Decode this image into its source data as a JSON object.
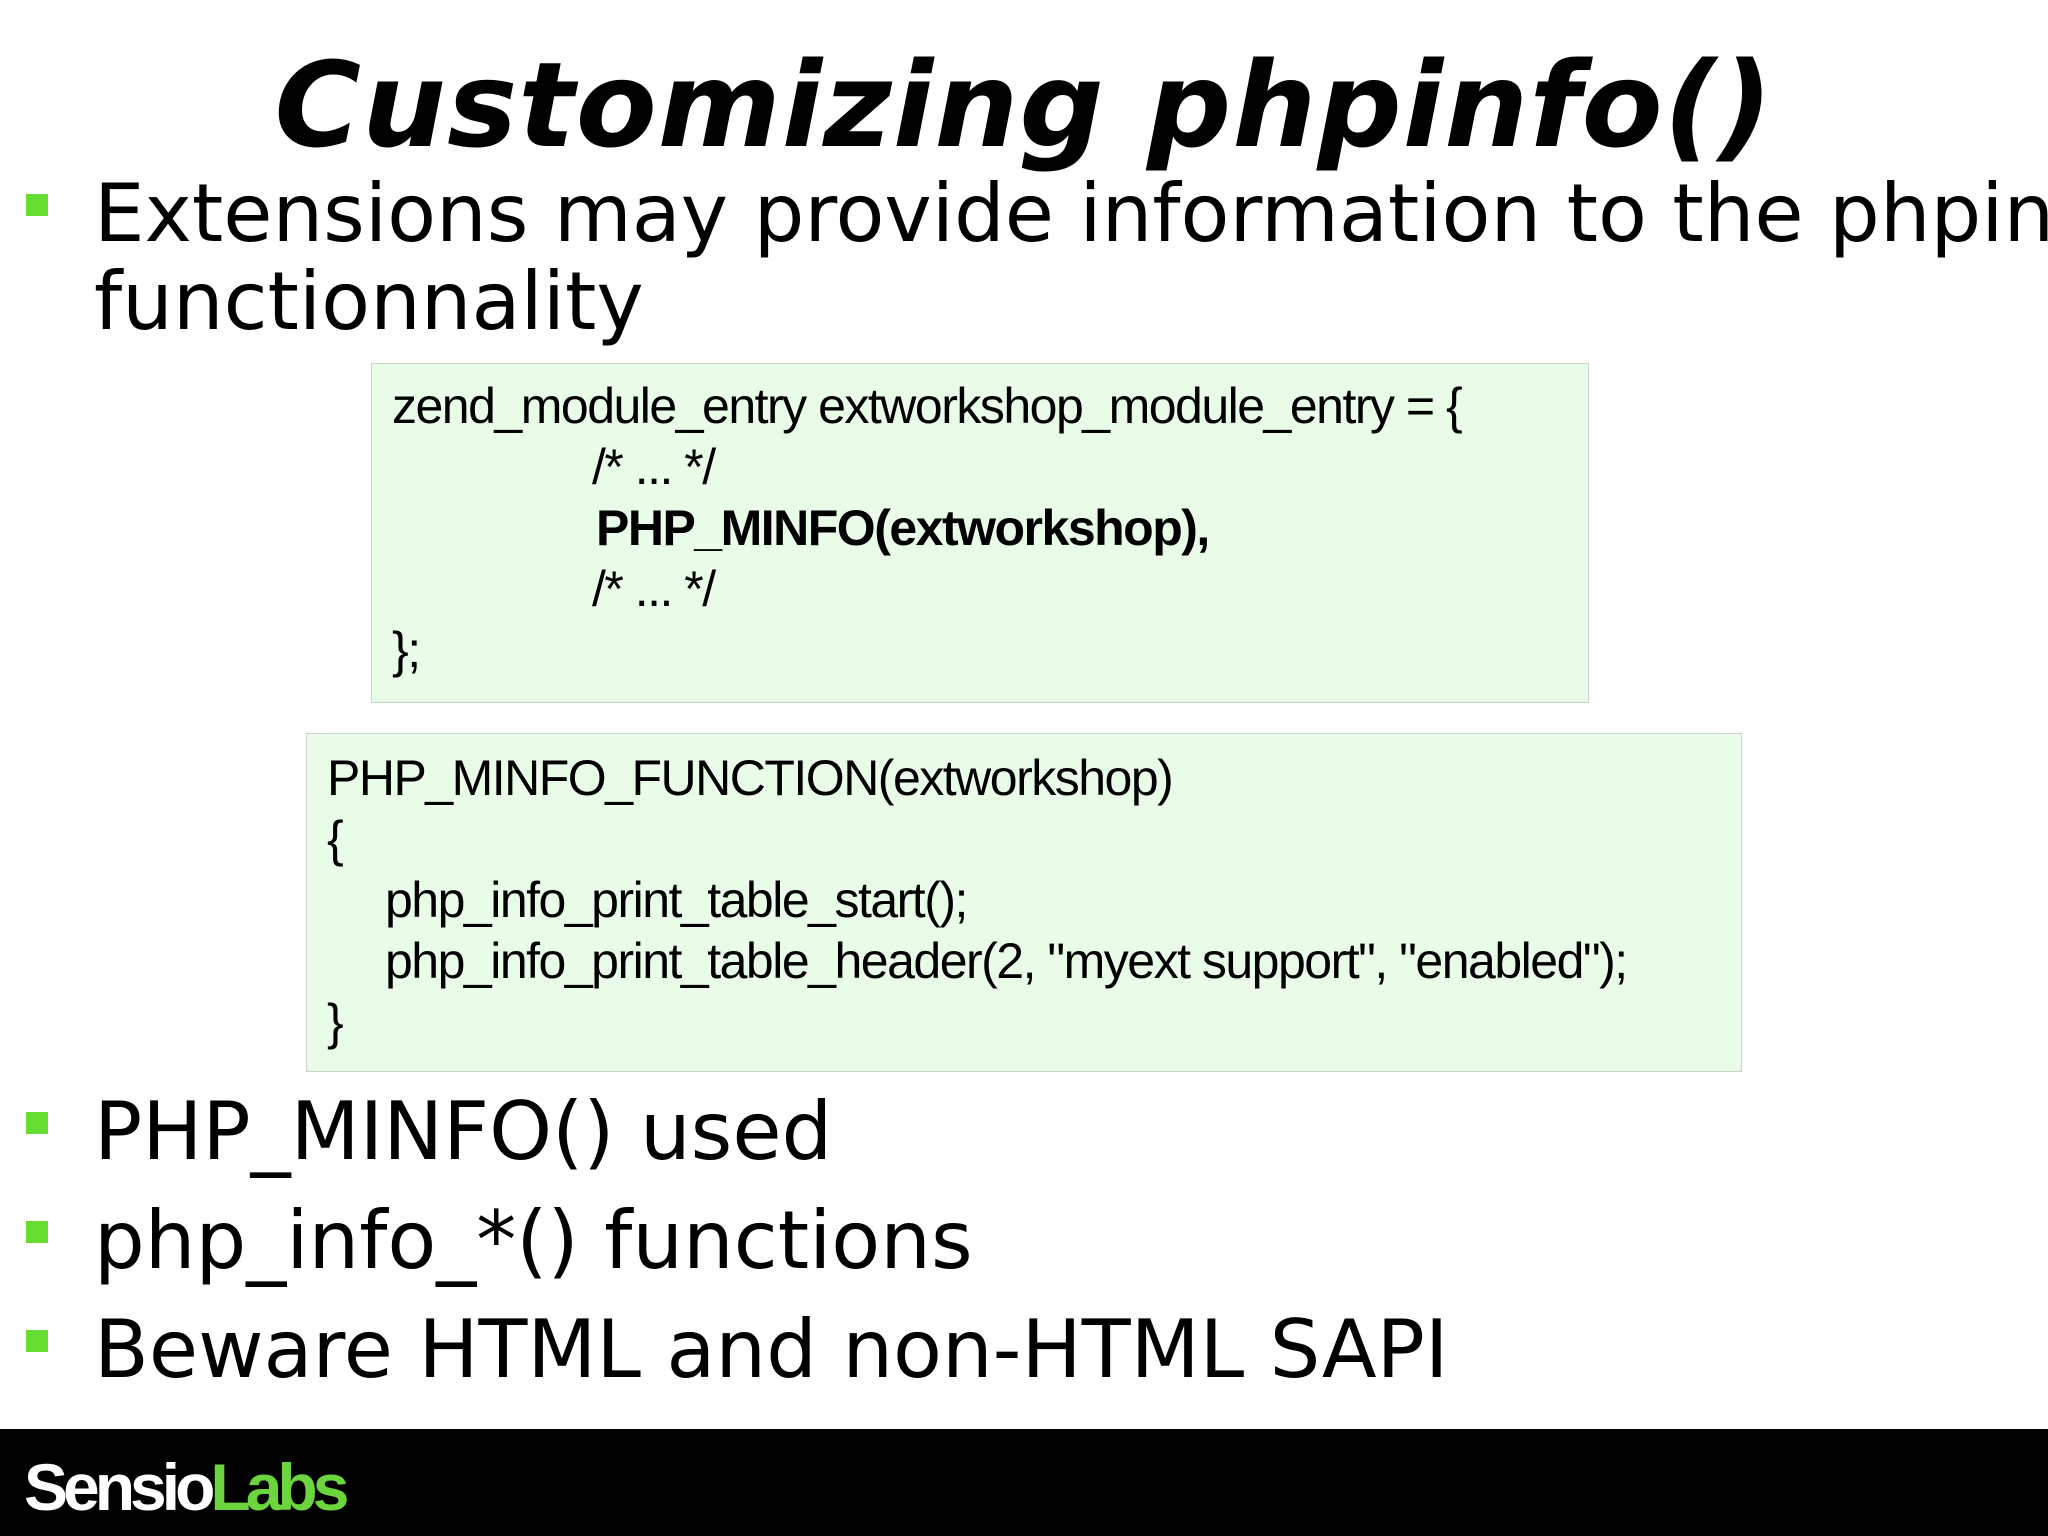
{
  "slide": {
    "title": "Customizing phpinfo()",
    "bullets_top": [
      {
        "line1": "Extensions may provide information to the phpinfo",
        "line2": "functionnality"
      }
    ],
    "code_box_1": [
      "zend_module_entry extworkshop_module_entry = {",
      "/* ... */",
      "PHP_MINFO(extworkshop),",
      "/* ... */",
      "};"
    ],
    "code_box_2": [
      "PHP_MINFO_FUNCTION(extworkshop)",
      "{",
      "php_info_print_table_start();",
      "php_info_print_table_header(2, \"myext support\", \"enabled\");",
      "}"
    ],
    "bullets_bottom": [
      "PHP_MINFO() used",
      "php_info_*() functions",
      "Beware HTML and non-HTML SAPI"
    ]
  },
  "footer": {
    "logo_part1": "Sensio",
    "logo_part2": "Labs"
  },
  "colors": {
    "bullet": "#66dd33",
    "code_bg": "#e8fce8",
    "logo_green": "#6cd43c",
    "footer_bg": "#000000"
  }
}
